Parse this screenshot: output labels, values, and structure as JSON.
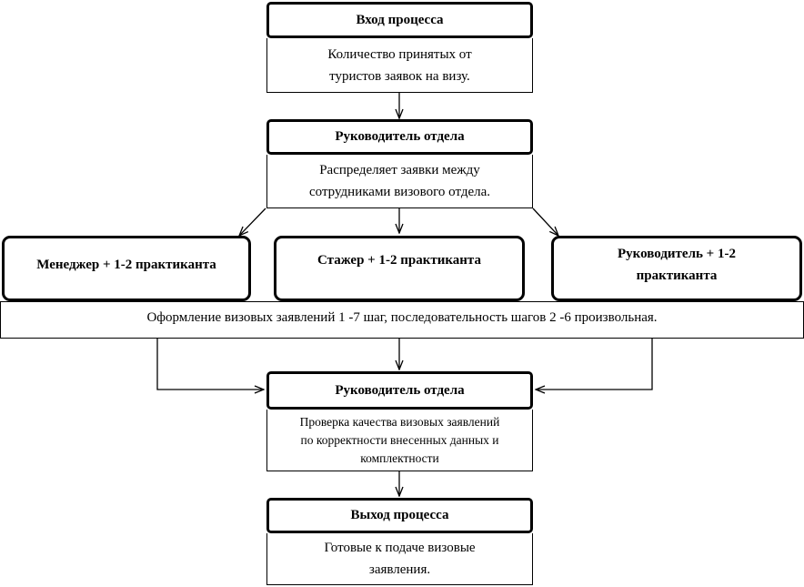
{
  "input": {
    "title": "Вход процесса",
    "text": "Количество принятых от туристов заявок на визу."
  },
  "head_top": {
    "title": "Руководитель отдела",
    "text": "Распределяет заявки между сотрудниками визового отдела."
  },
  "groups": [
    {
      "label": "Менеджер + 1-2 практиканта"
    },
    {
      "label": "Стажер + 1-2 практиканта"
    },
    {
      "label": "Руководитель + 1-2 практиканта"
    }
  ],
  "process_banner": "Оформление визовых заявлений 1 -7 шаг, последовательность шагов 2 -6 произвольная.",
  "head_check": {
    "title": "Руководитель отдела",
    "text": "Проверка качества визовых заявлений по корректности внесенных данных и комплектности"
  },
  "output": {
    "title": "Выход процесса",
    "text": "Готовые к подаче визовые заявления."
  }
}
